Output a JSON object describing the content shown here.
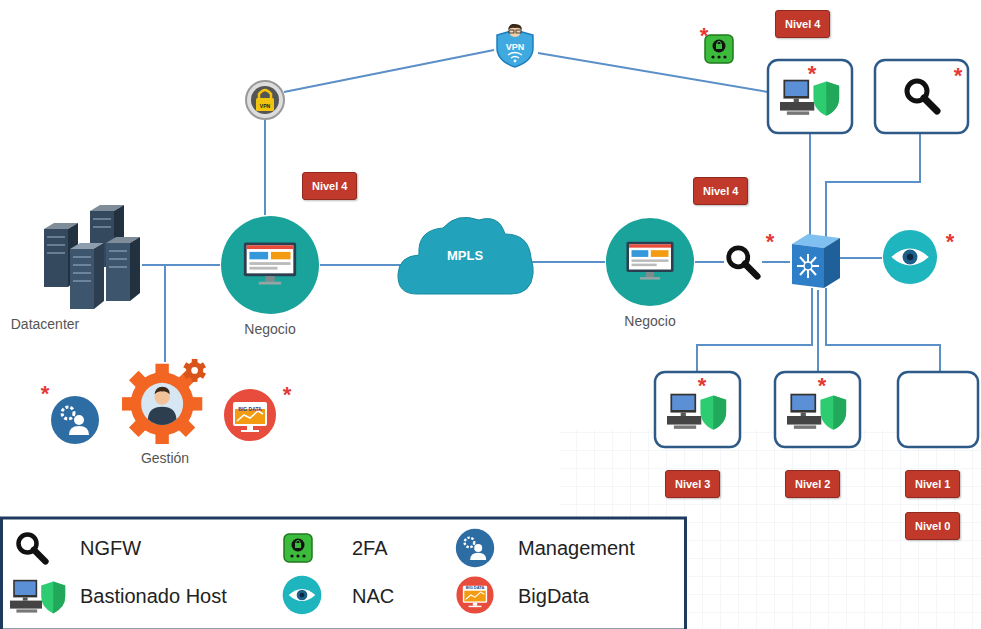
{
  "diagram": {
    "nodes": [
      {
        "text": [
          "Nivel 4"
        ]
      },
      {
        "text": [
          "Nivel 4"
        ]
      },
      {
        "text": [
          "Nivel 4"
        ]
      },
      {
        "text": [
          "Datacenter"
        ]
      },
      {
        "text": [
          "Negocio"
        ]
      },
      {
        "text": [
          "MPLS"
        ]
      },
      {
        "text": [
          "Negocio"
        ]
      },
      {
        "text": [
          "Gestión"
        ]
      },
      {
        "text": [
          "Nivel 3"
        ]
      },
      {
        "text": [
          "Nivel 2"
        ]
      },
      {
        "text": [
          "Nivel 1"
        ]
      },
      {
        "text": [
          "Nivel 0"
        ]
      }
    ],
    "edges": [
      {
        "from": 3,
        "to": 4,
        "arrow": "none"
      },
      {
        "from": 7,
        "to": 4,
        "arrow": "none"
      },
      {
        "from": 4,
        "to": 5,
        "arrow": "none"
      },
      {
        "from": 5,
        "to": 6,
        "arrow": "none"
      }
    ],
    "labels": [
      "VPN",
      "*",
      "VPN",
      "*",
      "*",
      "*",
      "*",
      "*",
      "*",
      "BIG DATA",
      "*",
      "*",
      "BIG DATA"
    ],
    "legend": [
      {
        "text": "NGFW"
      },
      {
        "text": "2FA"
      },
      {
        "text": "Management"
      },
      {
        "text": "Bastionado Host"
      },
      {
        "text": "NAC"
      },
      {
        "text": "BigData"
      }
    ]
  }
}
